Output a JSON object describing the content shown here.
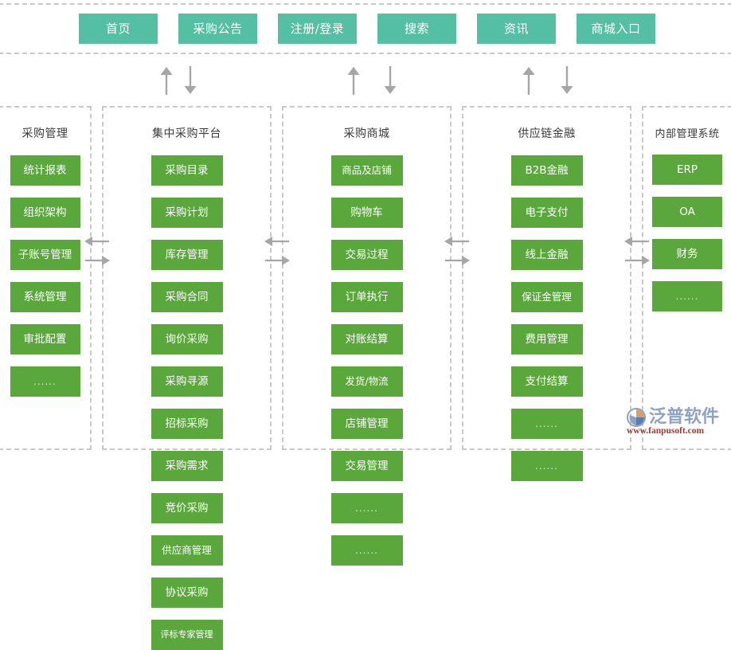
{
  "colors": {
    "nav_button": "#54bfa3",
    "tile": "#5aa73c",
    "dashed_border": "#c9c9c9",
    "arrow": "#a6a6a6",
    "title_text": "#3a3a3a",
    "watermark_name": "#8ea2c4",
    "watermark_url": "#a8382f"
  },
  "topnav": {
    "items": [
      {
        "label": "首页"
      },
      {
        "label": "采购公告"
      },
      {
        "label": "注册/登录"
      },
      {
        "label": "搜索"
      },
      {
        "label": "资讯"
      },
      {
        "label": "商城入口"
      }
    ]
  },
  "vertical_arrow_groups": [
    {
      "up": "arrow-up-icon",
      "down": "arrow-down-icon"
    },
    {
      "up": "arrow-up-icon",
      "down": "arrow-down-icon"
    },
    {
      "up": "arrow-up-icon",
      "down": "arrow-down-icon"
    }
  ],
  "horizontal_arrow_groups": [
    {
      "left": "arrow-left-icon",
      "right": "arrow-right-icon"
    },
    {
      "left": "arrow-left-icon",
      "right": "arrow-right-icon"
    },
    {
      "left": "arrow-left-icon",
      "right": "arrow-right-icon"
    },
    {
      "left": "arrow-left-icon",
      "right": "arrow-right-icon"
    }
  ],
  "columns": [
    {
      "title": "采购管理",
      "tiles": [
        "统计报表",
        "组织架构",
        "子账号管理",
        "系统管理",
        "审批配置",
        "......"
      ]
    },
    {
      "title": "集中采购平台",
      "tiles": [
        "采购目录",
        "采购计划",
        "库存管理",
        "采购合同",
        "询价采购",
        "采购寻源",
        "招标采购",
        "采购需求",
        "竞价采购",
        "供应商管理",
        "协议采购",
        "评标专家管理"
      ]
    },
    {
      "title": "采购商城",
      "tiles": [
        "商品及店铺",
        "购物车",
        "交易过程",
        "订单执行",
        "对账结算",
        "发货/物流",
        "店铺管理",
        "交易管理",
        "......",
        "......"
      ]
    },
    {
      "title": "供应链金融",
      "tiles": [
        "B2B金融",
        "电子支付",
        "线上金融",
        "保证金管理",
        "费用管理",
        "支付结算",
        "......",
        "......"
      ]
    },
    {
      "title": "内部管理系统",
      "tiles": [
        "ERP",
        "OA",
        "财务",
        "......"
      ]
    }
  ],
  "watermark": {
    "logo": "fanpu-logo-icon",
    "name": "泛普软件",
    "url": "www.fanpusoft.com"
  }
}
